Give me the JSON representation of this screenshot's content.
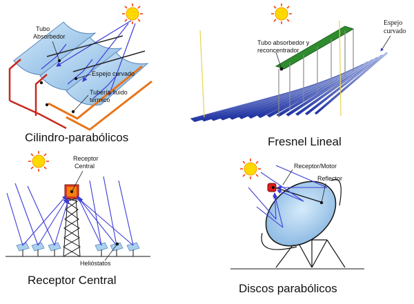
{
  "panels": {
    "parabolic_trough": {
      "caption": "Cilindro-parabólicos",
      "labels": {
        "absorber_line1": "Tubo",
        "absorber_line2": "Absorbedor",
        "mirror": "Espejo curvado",
        "pipe_line1": "Tubería fluido",
        "pipe_line2": "térmico"
      }
    },
    "linear_fresnel": {
      "caption": "Fresnel Lineal",
      "labels": {
        "absorber_line1": "Tubo absorbedor y",
        "absorber_line2": "reconcentrador",
        "mirror_line1": "Espejo",
        "mirror_line2": "curvado"
      }
    },
    "central_receiver": {
      "caption": "Receptor Central",
      "labels": {
        "receiver_line1": "Receptor",
        "receiver_line2": "Central",
        "heliostats": "Helióstatos"
      }
    },
    "parabolic_dish": {
      "caption": "Discos parabólicos",
      "labels": {
        "receiver": "Receptor/Motor",
        "reflector": "Reflector"
      }
    }
  },
  "colors": {
    "sun": "#ffd800",
    "sun_rays": "#ff3b00",
    "ray": "#3b3bd6",
    "mirror_blue": "#9fc9ec",
    "frame_red": "#c8281e",
    "pipe_orange": "#e8741a",
    "fresnel_green": "#2e8b2e",
    "mirror_dark": "#1a2f9c"
  },
  "icons": [
    "sun-icon"
  ]
}
